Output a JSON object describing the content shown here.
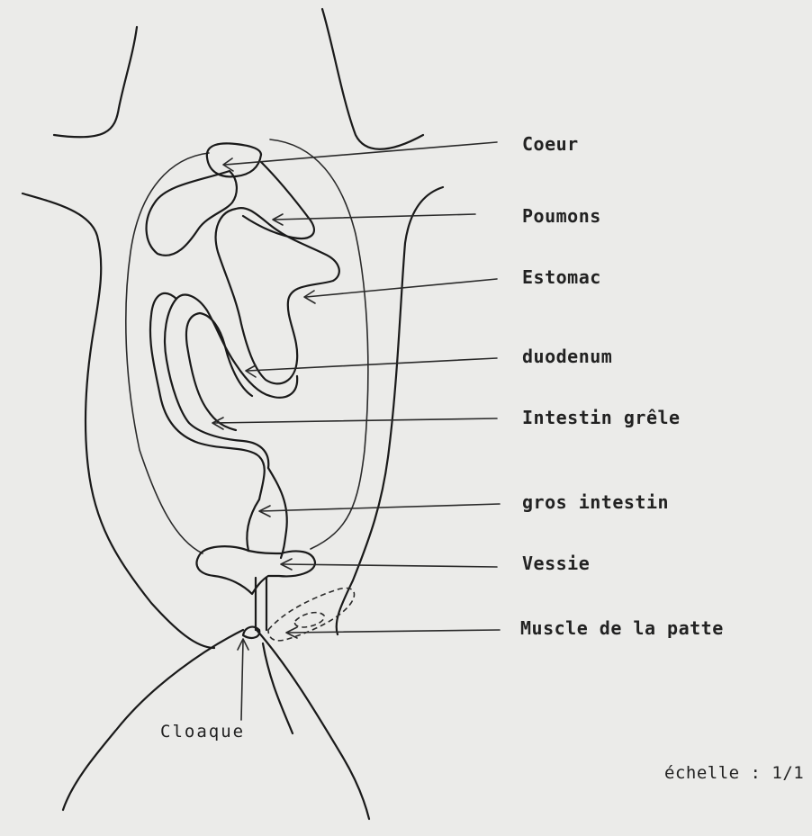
{
  "labels": {
    "coeur": "Coeur",
    "poumons": "Poumons",
    "estomac": "Estomac",
    "duodenum": "duodenum",
    "intestin_grele": "Intestin grêle",
    "gros_intestin": "gros intestin",
    "vessie": "Vessie",
    "muscle": "Muscle de la patte",
    "cloaque": "Cloaque"
  },
  "scale": "échelle : 1/1"
}
